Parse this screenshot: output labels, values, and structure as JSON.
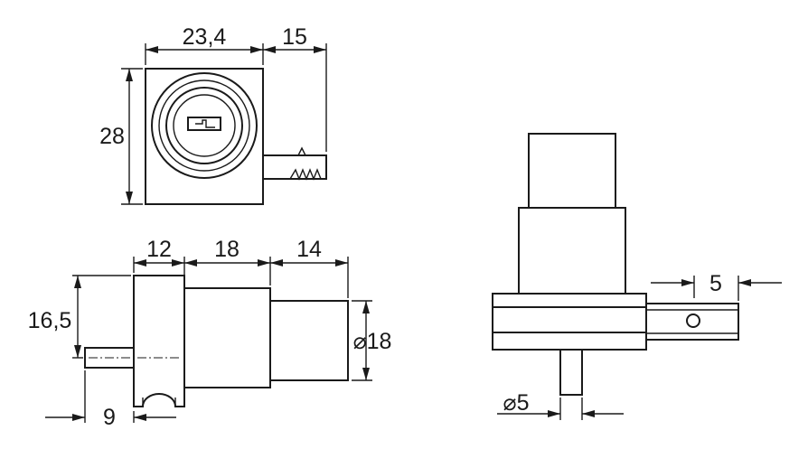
{
  "diagram": {
    "dimensions": {
      "top_width": "23,4",
      "top_side": "15",
      "top_height": "28",
      "side_a": "12",
      "side_b": "18",
      "side_c": "14",
      "side_height": "16,5",
      "side_bottom": "9",
      "side_diameter": "⌀18",
      "right_offset": "5",
      "right_diameter": "⌀5"
    }
  }
}
